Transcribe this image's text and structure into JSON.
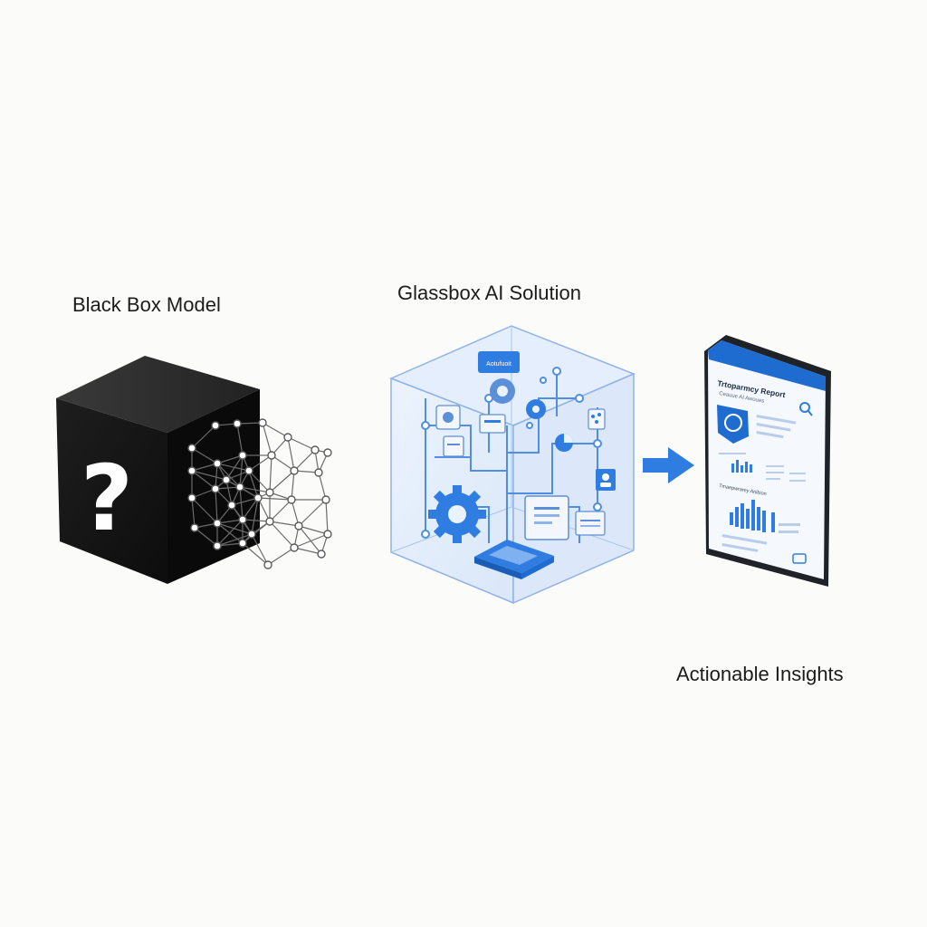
{
  "labels": {
    "black_box": "Black Box Model",
    "glassbox": "Glassbox AI Solution",
    "insights": "Actionable Insights"
  },
  "black_box": {
    "symbol": "?"
  },
  "phone": {
    "report_title": "Trtoparmcy Report",
    "report_subtitle": "Ceauue AI Awoues",
    "section_label": "Tmaepwrarey Ariibion",
    "search_icon": "search-icon"
  },
  "glass_cube": {
    "top_tag": "Aotufuoit"
  },
  "colors": {
    "cube_black": "#151515",
    "glass_blue": "#5b8fd9",
    "accent_blue": "#2f7de1",
    "phone_frame": "#1f2328"
  }
}
